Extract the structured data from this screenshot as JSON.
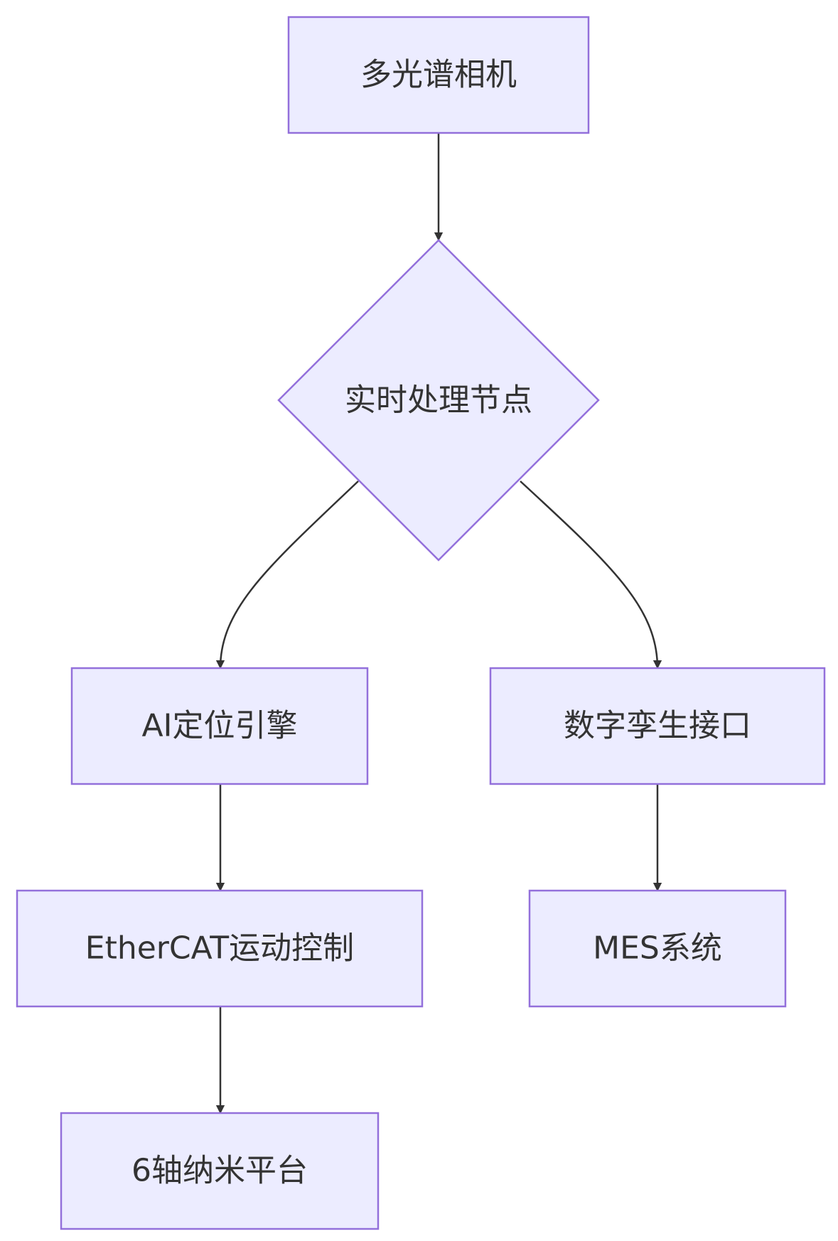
{
  "diagram": {
    "type": "flowchart",
    "direction": "top-down",
    "colors": {
      "node_fill": "#ececff",
      "node_stroke": "#9370db",
      "edge": "#333333",
      "text": "#333333"
    },
    "nodes": {
      "camera": {
        "label": "多光谱相机",
        "shape": "rectangle"
      },
      "processing": {
        "label": "实时处理节点",
        "shape": "diamond"
      },
      "ai_engine": {
        "label": "AI定位引擎",
        "shape": "rectangle"
      },
      "digital_twin": {
        "label": "数字孪生接口",
        "shape": "rectangle"
      },
      "ethercat": {
        "label": "EtherCAT运动控制",
        "shape": "rectangle"
      },
      "mes": {
        "label": "MES系统",
        "shape": "rectangle"
      },
      "platform": {
        "label": "6轴纳米平台",
        "shape": "rectangle"
      }
    },
    "edges": [
      {
        "from": "camera",
        "to": "processing"
      },
      {
        "from": "processing",
        "to": "ai_engine"
      },
      {
        "from": "processing",
        "to": "digital_twin"
      },
      {
        "from": "ai_engine",
        "to": "ethercat"
      },
      {
        "from": "digital_twin",
        "to": "mes"
      },
      {
        "from": "ethercat",
        "to": "platform"
      }
    ]
  }
}
